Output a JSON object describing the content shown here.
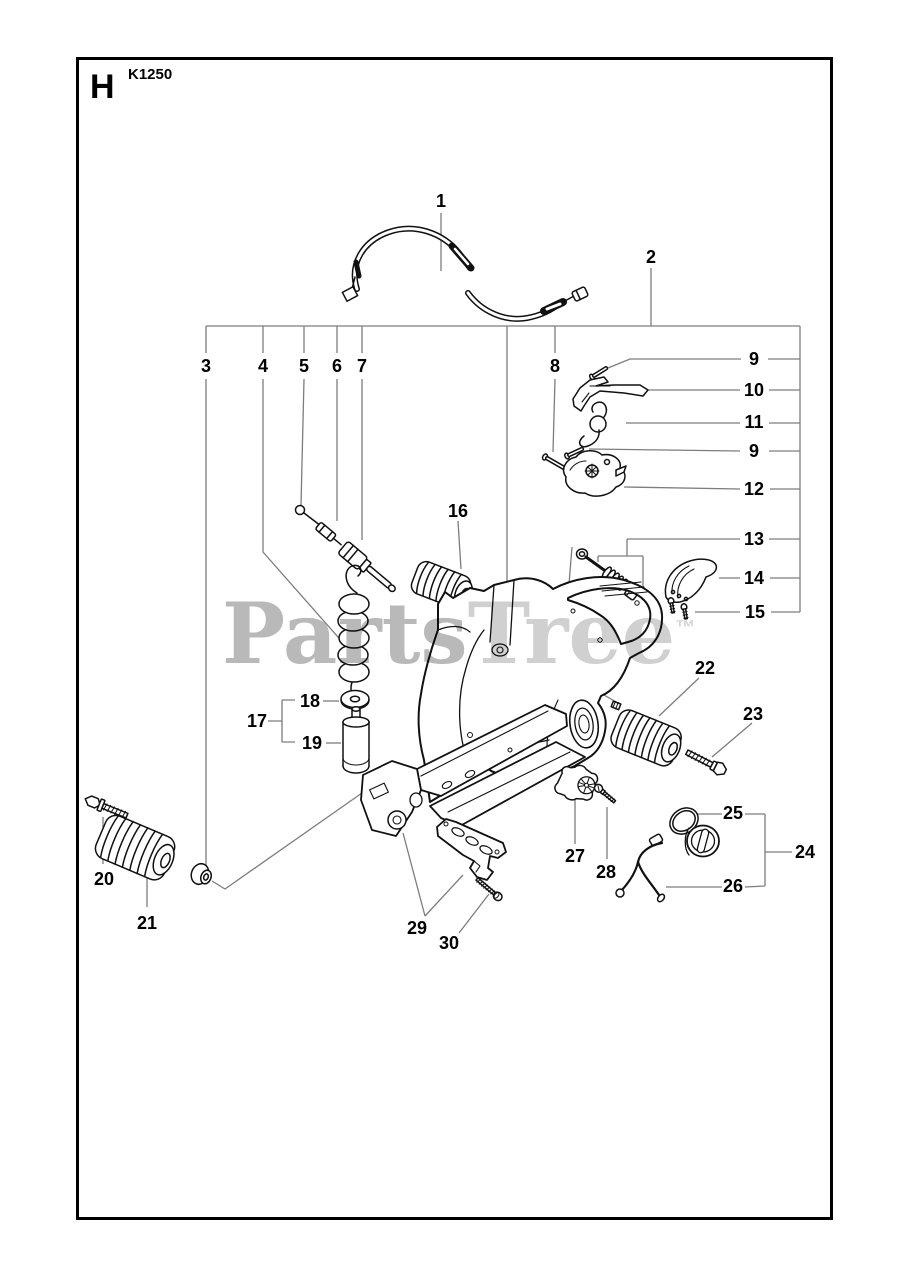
{
  "page": {
    "letter": "H",
    "model": "K1250"
  },
  "watermark": {
    "part1": "Parts",
    "part2": "Tree",
    "tm": "™"
  },
  "callouts": [
    {
      "label": "1"
    },
    {
      "label": "2"
    },
    {
      "label": "3"
    },
    {
      "label": "4"
    },
    {
      "label": "5"
    },
    {
      "label": "6"
    },
    {
      "label": "7"
    },
    {
      "label": "8"
    },
    {
      "label": "9"
    },
    {
      "label": "10"
    },
    {
      "label": "11"
    },
    {
      "label": "9"
    },
    {
      "label": "12"
    },
    {
      "label": "13"
    },
    {
      "label": "14"
    },
    {
      "label": "15"
    },
    {
      "label": "16"
    },
    {
      "label": "17"
    },
    {
      "label": "18"
    },
    {
      "label": "19"
    },
    {
      "label": "20"
    },
    {
      "label": "21"
    },
    {
      "label": "22"
    },
    {
      "label": "23"
    },
    {
      "label": "24"
    },
    {
      "label": "25"
    },
    {
      "label": "26"
    },
    {
      "label": "27"
    },
    {
      "label": "28"
    },
    {
      "label": "29"
    },
    {
      "label": "30"
    }
  ]
}
